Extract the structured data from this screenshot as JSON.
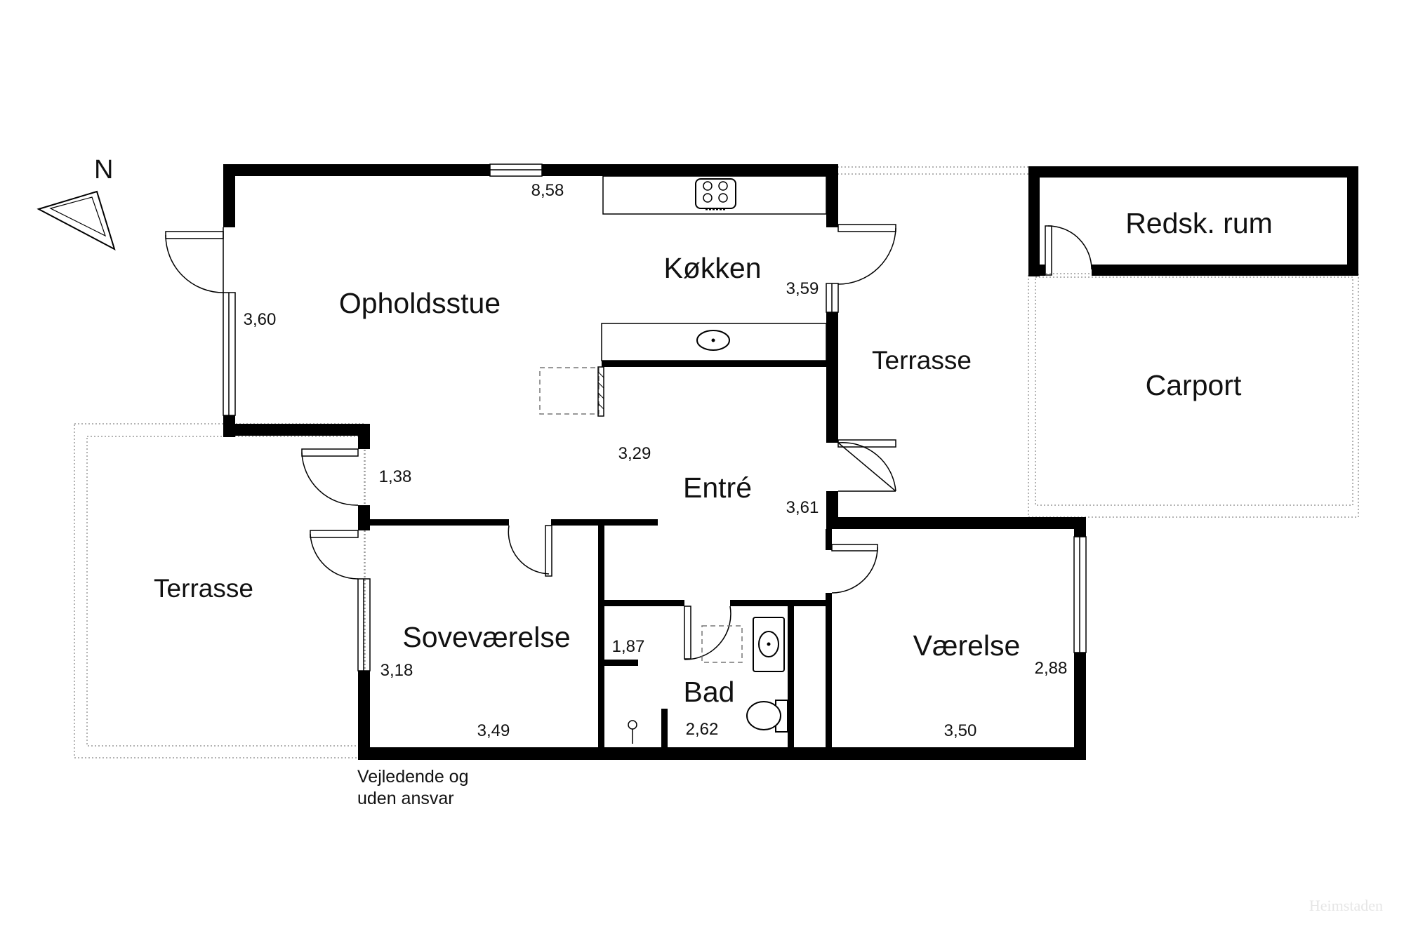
{
  "compass": {
    "label": "N"
  },
  "rooms": {
    "opholdsstue": "Opholdsstue",
    "kokken": "Køkken",
    "terrasse_east": "Terrasse",
    "redsk_rum": "Redsk. rum",
    "carport": "Carport",
    "entre": "Entré",
    "terrasse_west": "Terrasse",
    "sovevaerelse": "Soveværelse",
    "bad": "Bad",
    "vaerelse": "Værelse"
  },
  "dimensions": {
    "top_wall": "8,58",
    "west_wall": "3,60",
    "kitchen": "3,59",
    "hall_west": "1,38",
    "entre_center": "3,29",
    "entre_east": "3,61",
    "bad_left": "1,87",
    "sove_left": "3,18",
    "sove_bottom": "3,49",
    "bad_bottom": "2,62",
    "vaerelse_right": "2,88",
    "vaerelse_bottom": "3,50"
  },
  "disclaimer": {
    "line1": "Vejledende og",
    "line2": "uden ansvar"
  },
  "watermark": "Heimstaden"
}
